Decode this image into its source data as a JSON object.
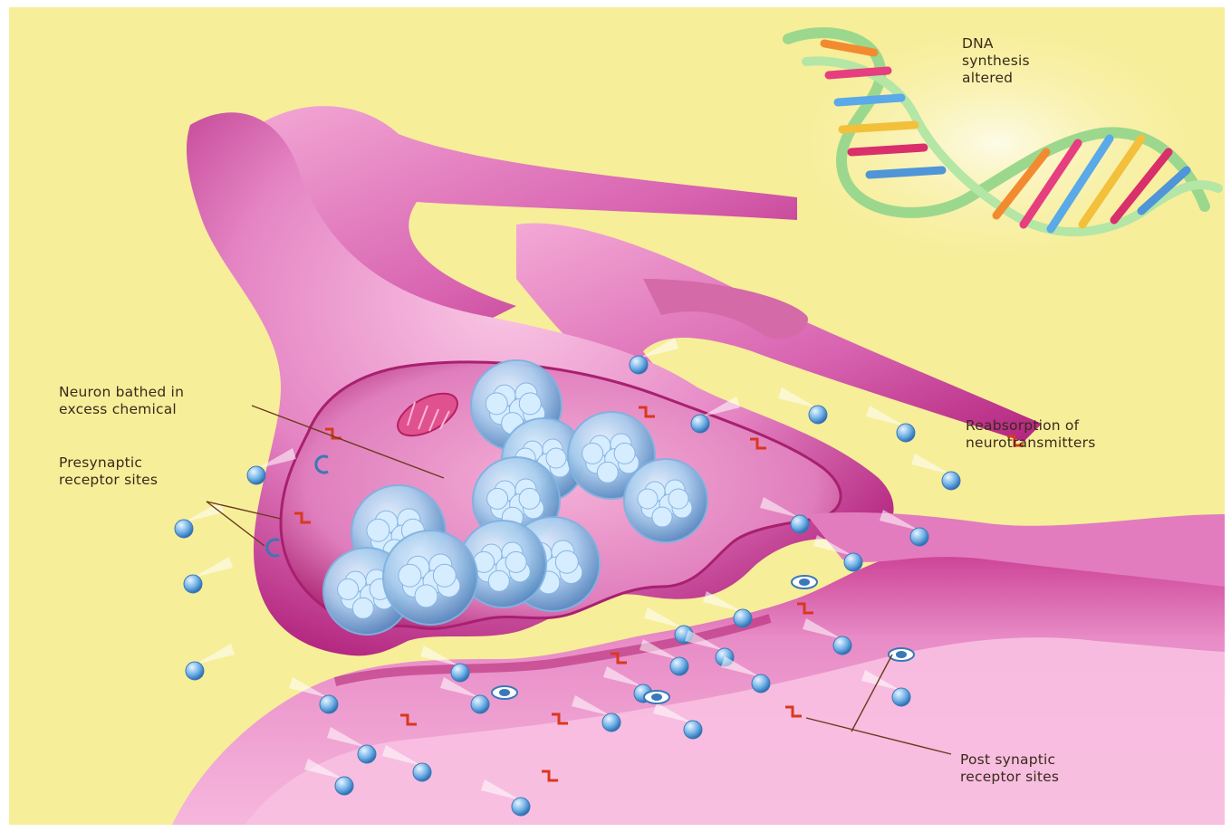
{
  "labels": {
    "dna": [
      "DNA",
      "synthesis",
      "altered"
    ],
    "neuron_bathed": [
      "Neuron bathed in",
      "excess chemical"
    ],
    "presynaptic": [
      "Presynaptic",
      "receptor sites"
    ],
    "reabsorption": [
      "Reabsorption of",
      "neurotransmitters"
    ],
    "postsynaptic": [
      "Post synaptic",
      "receptor sites"
    ]
  },
  "colors": {
    "background": "#f7ee9a",
    "neuron": "#e585c4",
    "neuron_dark": "#b2247e",
    "neuron_light": "#f6b8de",
    "vesicle": "#9fc8ec",
    "dna_backbone": "#a8dc9a",
    "receptor": "#d9381e"
  }
}
